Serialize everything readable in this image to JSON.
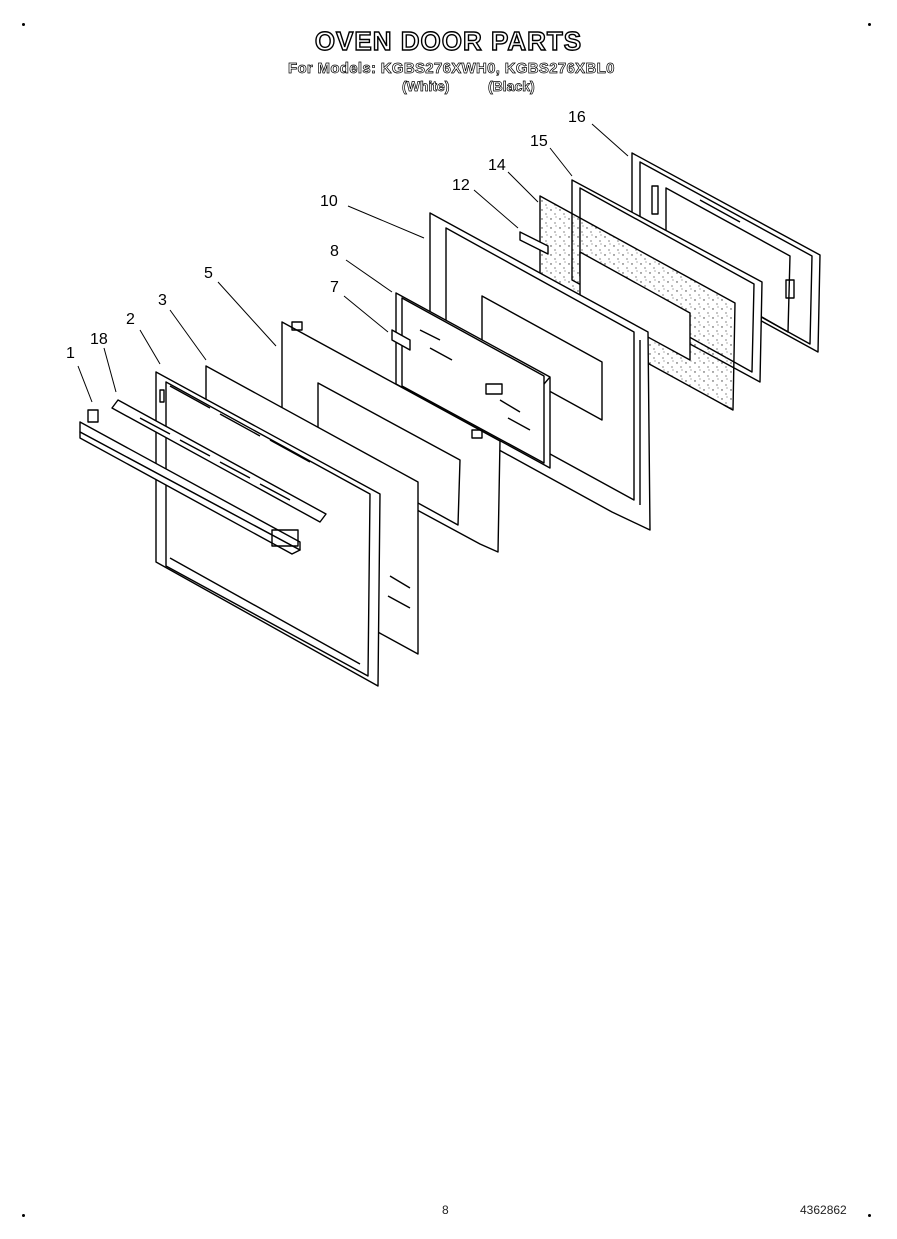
{
  "header": {
    "title": "OVEN DOOR PARTS",
    "models_line": "For Models: KGBS276XWH0, KGBS276XBL0",
    "color_white": "(White)",
    "color_black": "(Black)"
  },
  "callouts": [
    {
      "id": "1",
      "label": "1"
    },
    {
      "id": "18",
      "label": "18"
    },
    {
      "id": "2",
      "label": "2"
    },
    {
      "id": "3",
      "label": "3"
    },
    {
      "id": "5",
      "label": "5"
    },
    {
      "id": "7",
      "label": "7"
    },
    {
      "id": "8",
      "label": "8"
    },
    {
      "id": "10",
      "label": "10"
    },
    {
      "id": "12",
      "label": "12"
    },
    {
      "id": "14",
      "label": "14"
    },
    {
      "id": "15",
      "label": "15"
    },
    {
      "id": "16",
      "label": "16"
    }
  ],
  "footer": {
    "page_number": "8",
    "doc_number": "4362862"
  }
}
